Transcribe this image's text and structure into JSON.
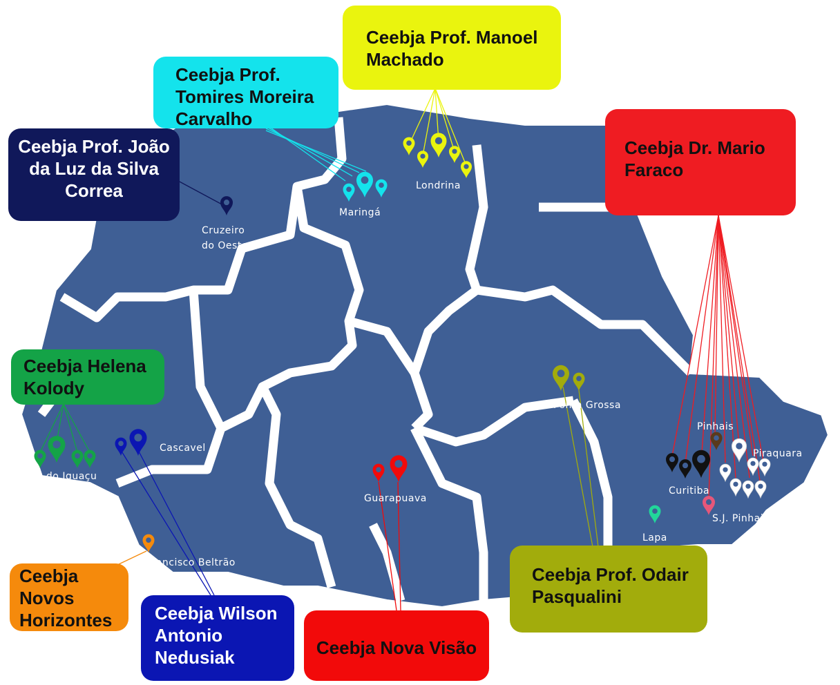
{
  "colors": {
    "land": "#3f5f95",
    "border": "#ffffff",
    "joao": "#10185a",
    "tomires": "#14e3ec",
    "manoel": "#eaf40e",
    "mario": "#ef1c22",
    "helena": "#14a347",
    "cascavel": "#0b16b3",
    "novos": "#f58a0c",
    "novavisao": "#f20a0a",
    "odair": "#a2ac0c",
    "pinhais": "#5a3a1c",
    "lapa": "#22d69a",
    "sjpinhais": "#e6577a",
    "white_pin": "#ffffff",
    "black_pin": "#111111"
  },
  "cities": {
    "maringa": "Maringá",
    "londrina": "Londrina",
    "cruzeiro_1": "Cruzeiro",
    "cruzeiro_2": "do Oeste",
    "cascavel": "Cascavel",
    "foz": "Foz do Iguaçu",
    "francisco": "Francisco Beltrão",
    "guarapuava": "Guarapuava",
    "ponta_grossa": "Ponta Grossa",
    "pinhais": "Pinhais",
    "piraquara": "Piraquara",
    "curitiba": "Curitiba",
    "sj_pinhais": "S.J. Pinhais",
    "lapa": "Lapa"
  },
  "labels": {
    "joao": "Ceebja Prof. João\nda Luz da Silva\nCorrea",
    "tomires": "Ceebja Prof.\nTomires Moreira\nCarvalho",
    "manoel": "Ceebja Prof. Manoel\nMachado",
    "mario": "Ceebja Dr. Mario\nFaraco",
    "helena": "Ceebja Helena\nKolody",
    "novos": "Ceebja\nNovos\nHorizontes",
    "wilson": "Ceebja Wilson\nAntonio\nNedusiak",
    "novavisao": "Ceebja Nova Visão",
    "odair": "Ceebja Prof. Odair\nPasqualini"
  },
  "icons": {
    "pin": "map-pin-icon"
  }
}
